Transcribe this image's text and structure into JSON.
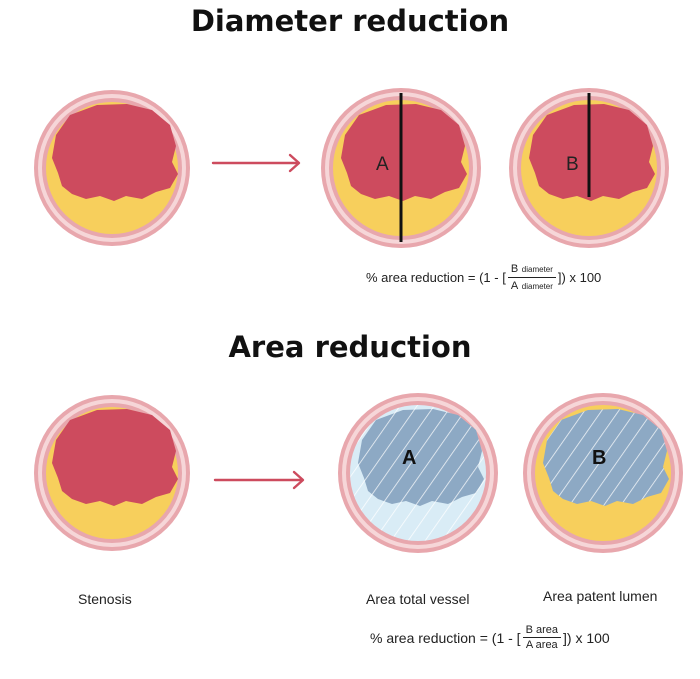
{
  "diameter_section": {
    "title": "Diameter reduction",
    "label_a": "A",
    "label_b": "B",
    "formula": {
      "prefix": "% area reduction = (1 - [",
      "num_label": "B",
      "num_sub": "diameter",
      "den_label": "A",
      "den_sub": "diameter",
      "suffix": "]) x 100"
    }
  },
  "area_section": {
    "title": "Area reduction",
    "label_a": "A",
    "label_b": "B",
    "captions": {
      "stenosis": "Stenosis",
      "total_vessel": "Area total vessel",
      "patent_lumen": "Area patent lumen"
    },
    "formula": {
      "prefix": "% area reduction = (1 - [",
      "numerator": "B area",
      "denominator": "A area",
      "suffix": "]) x 100"
    }
  },
  "colors": {
    "vessel_wall": "#e8a7ad",
    "wall_inner": "#f6d6d8",
    "plaque": "#f7cf5c",
    "lumen": "#cd4b5e",
    "arrow": "#cd4b5e",
    "hatch_fill": "#8da9c4",
    "light_fill": "#d9ecf6",
    "line": "#111111"
  }
}
